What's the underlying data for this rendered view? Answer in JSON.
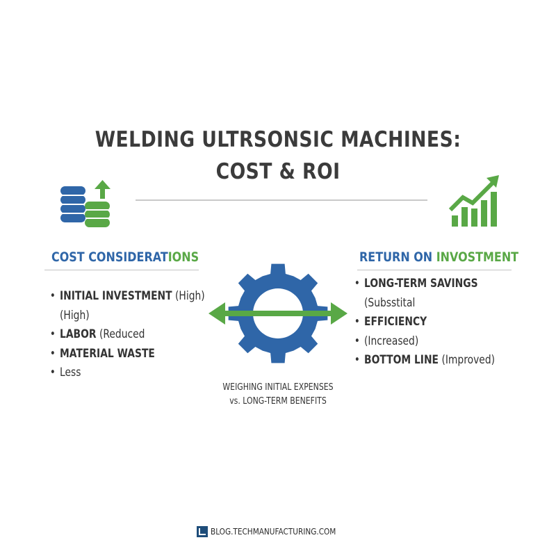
{
  "title": {
    "line1": "WELDING ULTRSONSIC MACHINES:",
    "line2": "COST & ROI"
  },
  "left_column": {
    "heading_part1": "COST CONSIDERAT",
    "heading_part2": "IONS",
    "items": [
      {
        "bold": "INITIAL INVESTMENT",
        "rest": " (High)",
        "bullet": true
      },
      {
        "bold": "",
        "rest": "(High)",
        "bullet": false
      },
      {
        "bold": "LABOR",
        "rest": " (Reduced",
        "bullet": true
      },
      {
        "bold": "MATERIAL WASTE",
        "rest": "",
        "bullet": true
      },
      {
        "bold": "",
        "rest": "Less",
        "bullet": true
      }
    ]
  },
  "right_column": {
    "heading_part1": "RETURN ON",
    "heading_part2": " INVOSTMENT",
    "items": [
      {
        "bold": "LONG-TERM SAVINGS",
        "rest": "",
        "bullet": true
      },
      {
        "bold": "",
        "rest": "(Subsstital",
        "bullet": false
      },
      {
        "bold": "EFFICIENCY",
        "rest": "",
        "bullet": true
      },
      {
        "bold": "",
        "rest": "(Increased)",
        "bullet": true
      },
      {
        "bold": "BOTTOM LINE",
        "rest": " (Improved)",
        "bullet": true
      }
    ]
  },
  "center": {
    "caption_line1": "WEIGHING INITIAL EXPENSES",
    "caption_line2": "vs. LONG-TERM BENEFITS"
  },
  "footer": {
    "url": "BLOG.TECHMANUFACTURING.COM"
  },
  "icons": {
    "left": "coin-stacks-up-arrow-icon",
    "center": "gear-double-arrow-icon",
    "right": "bar-chart-growth-icon"
  },
  "colors": {
    "blue": "#2f66a8",
    "green": "#59a846",
    "text": "#3b3b3b"
  }
}
